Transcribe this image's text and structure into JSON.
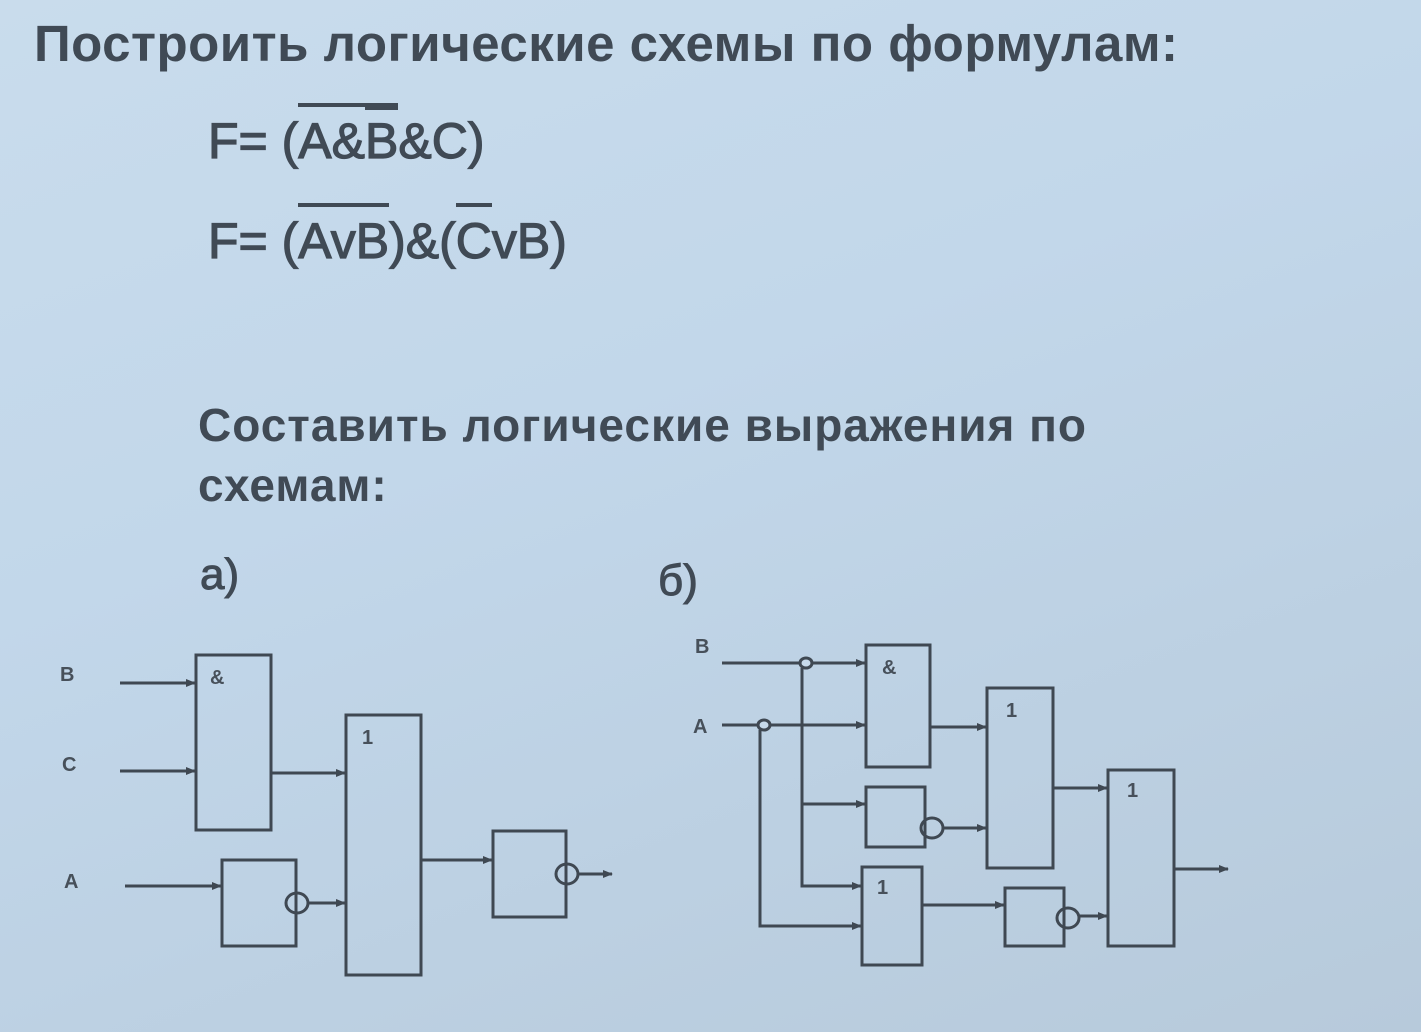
{
  "title": "Построить логические схемы по формулам:",
  "formulas": [
    {
      "prefix": "F= (",
      "over_outer": "A&",
      "over_inner": "B",
      "suffix": "&C)"
    },
    {
      "prefix": "F= (",
      "over": "AvB",
      "middle": ")&(",
      "over_c": "C",
      "suffix": "vB)"
    }
  ],
  "subtitle_line1": "Составить логические выражения по",
  "subtitle_line2": "схемам:",
  "diagram_a": {
    "label": "а)",
    "inputs": [
      "B",
      "C",
      "A"
    ],
    "and_gate": "&",
    "or_gate": "1"
  },
  "diagram_b": {
    "label": "б)",
    "inputs": [
      "B",
      "A"
    ],
    "and_gate": "&",
    "or_gate_1": "1",
    "or_gate_2": "1",
    "or_gate_3": "1"
  }
}
